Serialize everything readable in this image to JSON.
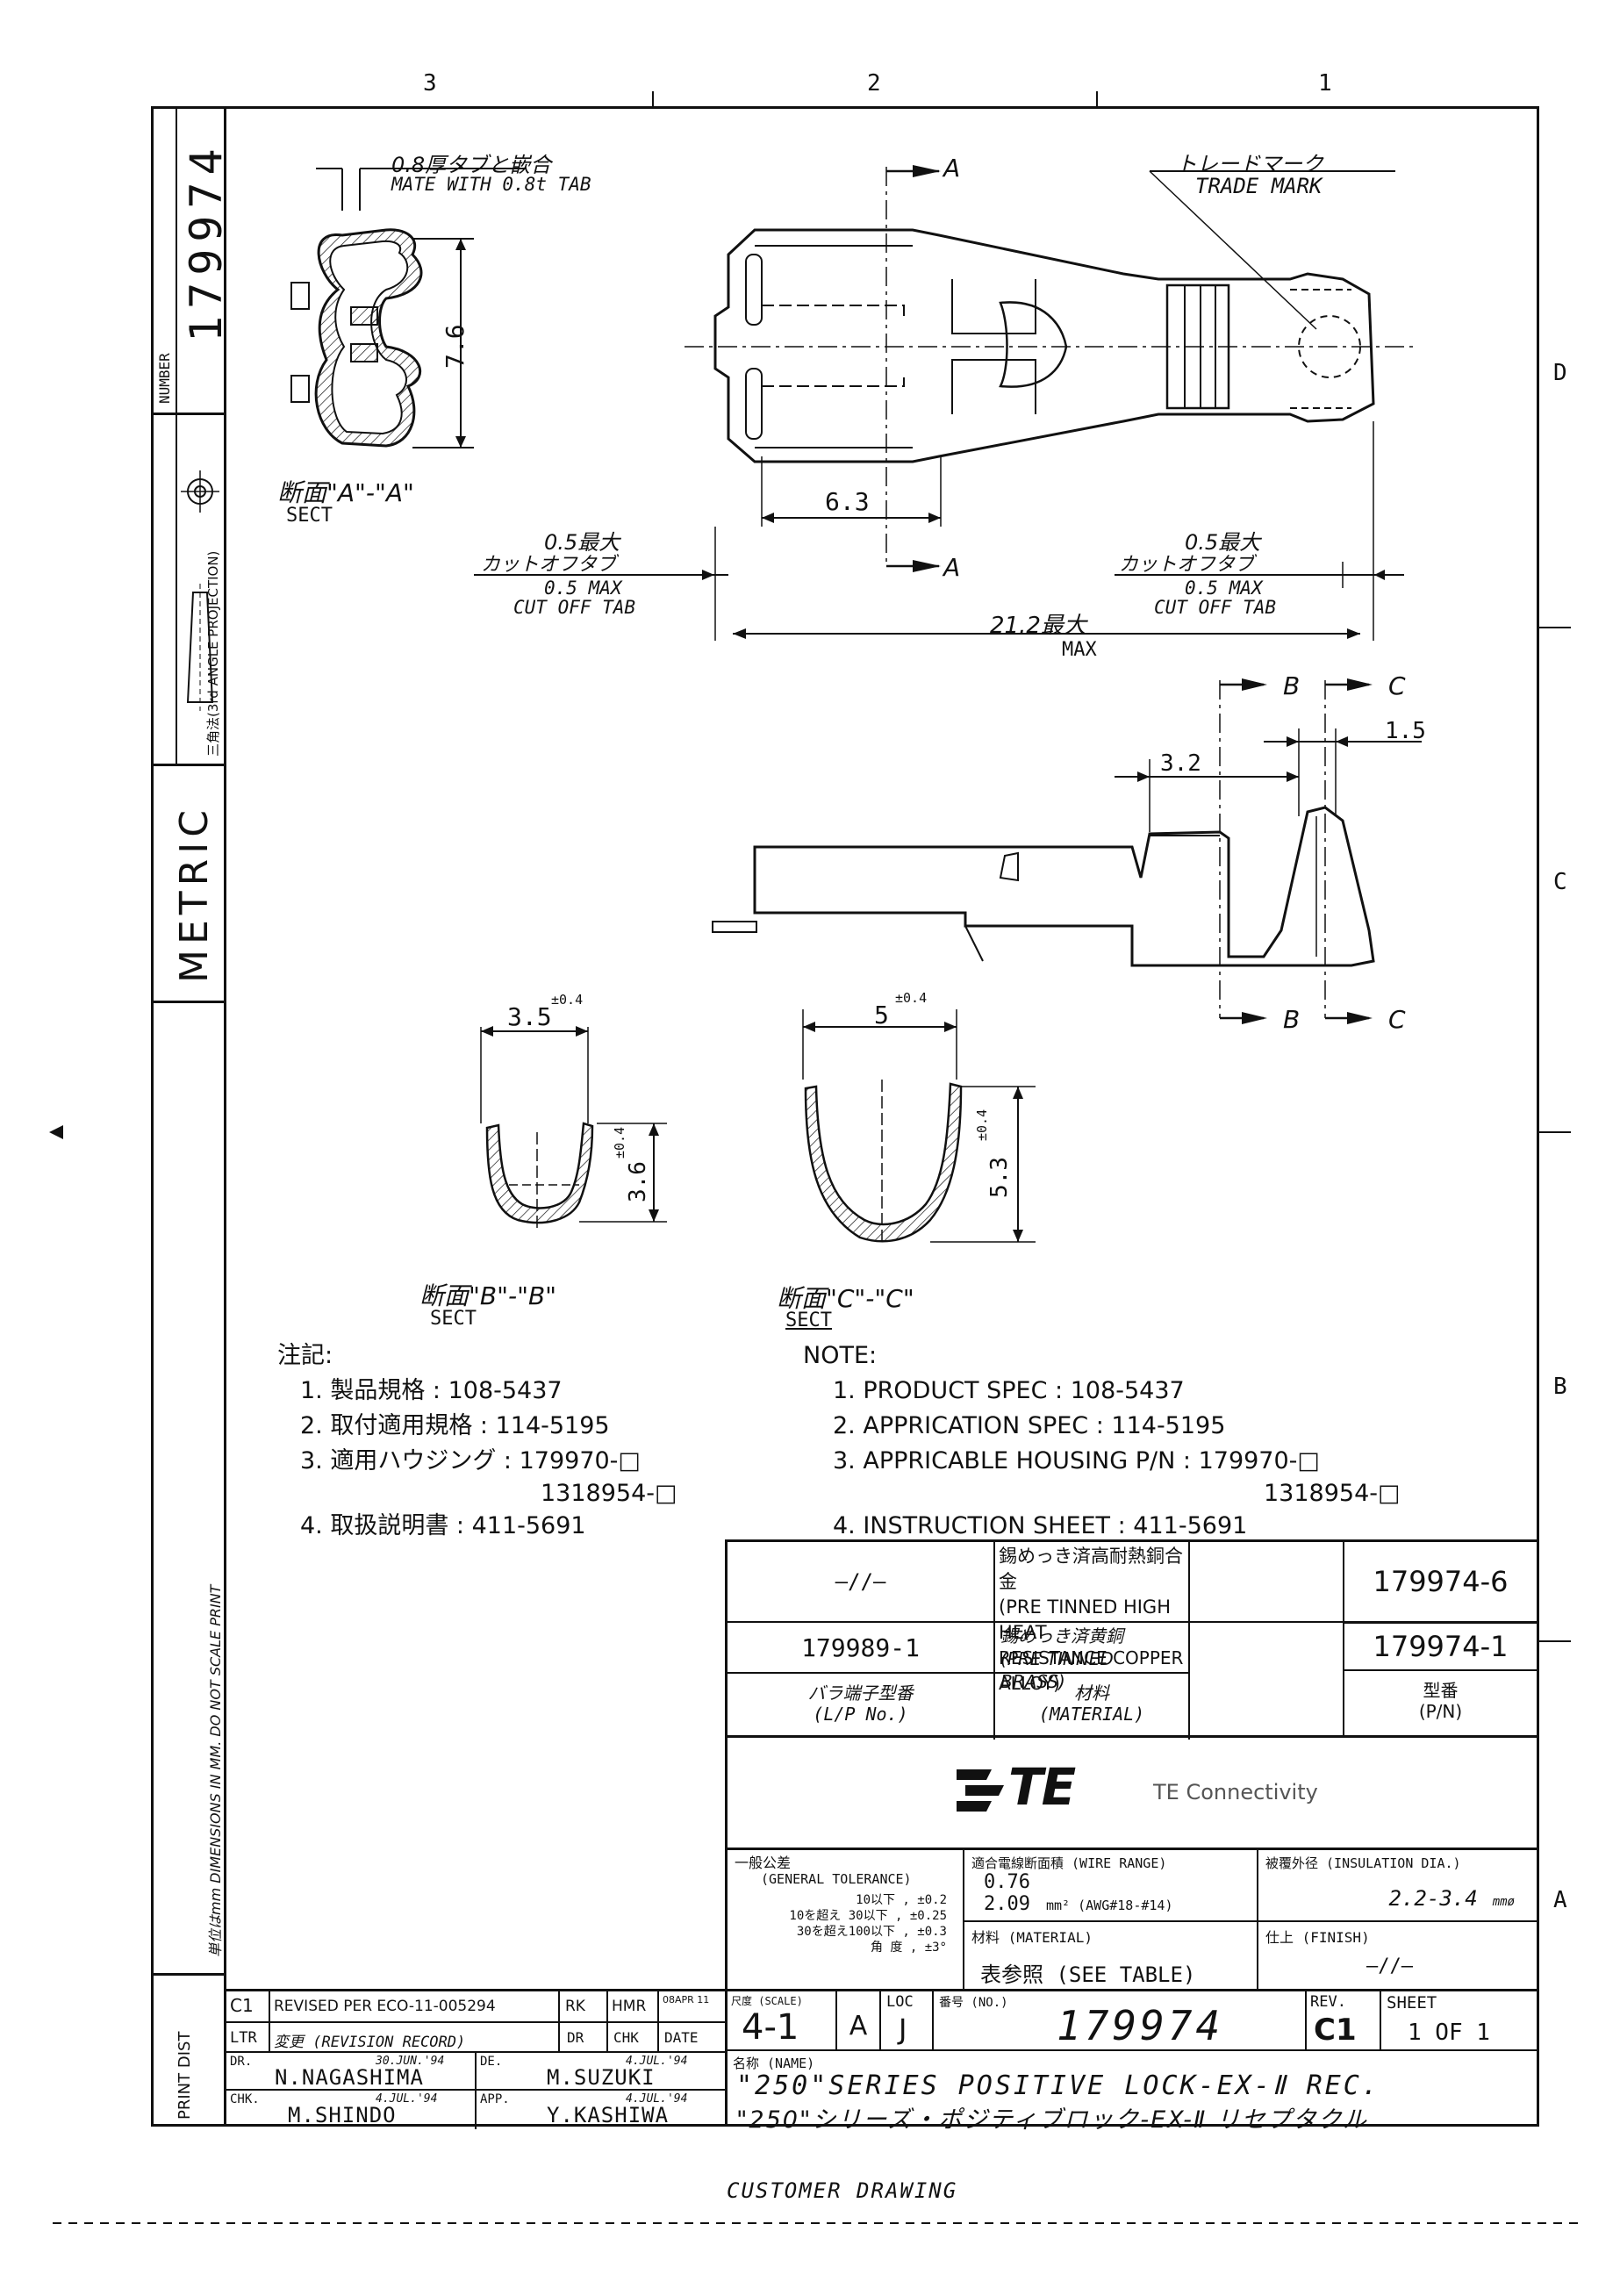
{
  "zones": {
    "top": [
      "3",
      "2",
      "1"
    ],
    "right": [
      "D",
      "C",
      "B",
      "A"
    ]
  },
  "side_strip": {
    "number_label": "NUMBER",
    "number": "179974",
    "projection": "三角法(3rd ANGLE PROJECTION)",
    "metric": "METRIC",
    "dimensions_note": "単位はmm DIMENSIONS IN MM. DO NOT SCALE PRINT",
    "print_dist": "PRINT DIST"
  },
  "views": {
    "tab_jp": "0.8厚タブと嵌合",
    "tab_en": "MATE WITH 0.8t TAB",
    "height_dim": "7.6",
    "section_aa_jp": "断面\"A\"-\"A\"",
    "sect": "SECT",
    "trademark_jp": "トレードマーク",
    "trademark_en": "TRADE MARK",
    "cut_a": "A",
    "cut_b": "B",
    "cut_c": "C",
    "dim_63": "6.3",
    "cutoff_jp": "0.5最大",
    "cutoff_jp2": "カットオフタブ",
    "cutoff_en1": "0.5 MAX",
    "cutoff_en2": "CUT OFF TAB",
    "dim_212": "21.2最大",
    "max": "MAX",
    "dim_32": "3.2",
    "dim_15": "1.5",
    "dim_35": "3.5",
    "tol_04": "±0.4",
    "dim_36": "3.6",
    "dim_5": "5",
    "dim_53": "5.3",
    "section_bb_jp": "断面\"B\"-\"B\"",
    "section_cc_jp": "断面\"C\"-\"C\""
  },
  "notes_jp": {
    "title": "注記:",
    "items": [
      "1. 製品規格 : 108-5437",
      "2. 取付適用規格 : 114-5195",
      "3. 適用ハウジング : 179970-□",
      "1318954-□",
      "4. 取扱説明書 : 411-5691"
    ]
  },
  "notes_en": {
    "title": "NOTE:",
    "items": [
      "1. PRODUCT SPEC : 108-5437",
      "2. APPRICATION SPEC : 114-5195",
      "3. APPRICABLE HOUSING P/N : 179970-□",
      "1318954-□",
      "4. INSTRUCTION SHEET : 411-5691"
    ]
  },
  "parts_table": {
    "rows": [
      {
        "lp": "—//—",
        "mat_jp": "錫めっき済高耐熱銅合金",
        "mat_en1": "(PRE TINNED HIGH HEAT",
        "mat_en2": "RESISTANCE COPPER ALLOY)",
        "pn": "179974-6"
      },
      {
        "lp": "179989-1",
        "mat_jp": "錫めっき済黄銅",
        "mat_en1": "(PRE TINNED BRASS)",
        "mat_en2": "",
        "pn": "179974-1"
      }
    ],
    "headers": {
      "lp_jp": "バラ端子型番",
      "lp_en": "(L/P No.)",
      "mat_jp": "材料",
      "mat_en": "(MATERIAL)",
      "pn_jp": "型番",
      "pn_en": "(P/N)"
    }
  },
  "brand": {
    "logo": "TE",
    "name": "TE Connectivity"
  },
  "title_block": {
    "tol_title": "一般公差",
    "tol_sub": "(GENERAL TOLERANCE)",
    "tol_rows": [
      "10以下 , ±0.2",
      "10を超え 30以下 , ±0.25",
      "30を超え100以下 , ±0.3",
      "角 度 , ±3°"
    ],
    "wire_title": "適合電線断面積 (WIRE RANGE)",
    "wire_min": "0.76",
    "wire_max": "2.09",
    "wire_unit": "mm² (AWG#18-#14)",
    "ins_title": "被覆外径 (INSULATION DIA.)",
    "ins_value": "2.2-3.4",
    "ins_unit": "mmø",
    "material_title": "材料 (MATERIAL)",
    "material_value": "表参照 (SEE TABLE)",
    "finish_title": "仕上 (FINISH)",
    "finish_value": "—//—",
    "scale_label": "尺度 (SCALE)",
    "scale": "4-1",
    "size": "A",
    "loc_label": "LOC",
    "loc": "J",
    "no_label": "番号 (NO.)",
    "number": "179974",
    "rev_label": "REV.",
    "rev": "C1",
    "sheet_label": "SHEET",
    "sheet": "1 OF 1",
    "name_label": "名称 (NAME)",
    "name_en": "\"250\"SERIES POSITIVE LOCK-EX-Ⅱ REC.",
    "name_jp": "\"250\"シリーズ・ポジティブロック-EX-Ⅱ リセプタクル"
  },
  "revision": {
    "ltr": "C1",
    "desc": "REVISED PER ECO-11-005294",
    "dr": "RK",
    "chk": "HMR",
    "date": "08APR 11",
    "h_ltr": "LTR",
    "h_desc": "変更 (REVISION RECORD)",
    "h_dr": "DR",
    "h_chk": "CHK",
    "h_date": "DATE"
  },
  "approvals": {
    "dr_label": "DR.",
    "dr_date": "30.JUN.'94",
    "dr_name": "N.NAGASHIMA",
    "de_label": "DE.",
    "de_date": "4.JUL.'94",
    "de_name": "M.SUZUKI",
    "chk_label": "CHK.",
    "chk_date": "4.JUL.'94",
    "chk_name": "M.SHINDO",
    "app_label": "APP.",
    "app_date": "4.JUL.'94",
    "app_name": "Y.KASHIWA"
  },
  "footer": {
    "caption": "CUSTOMER DRAWING"
  }
}
